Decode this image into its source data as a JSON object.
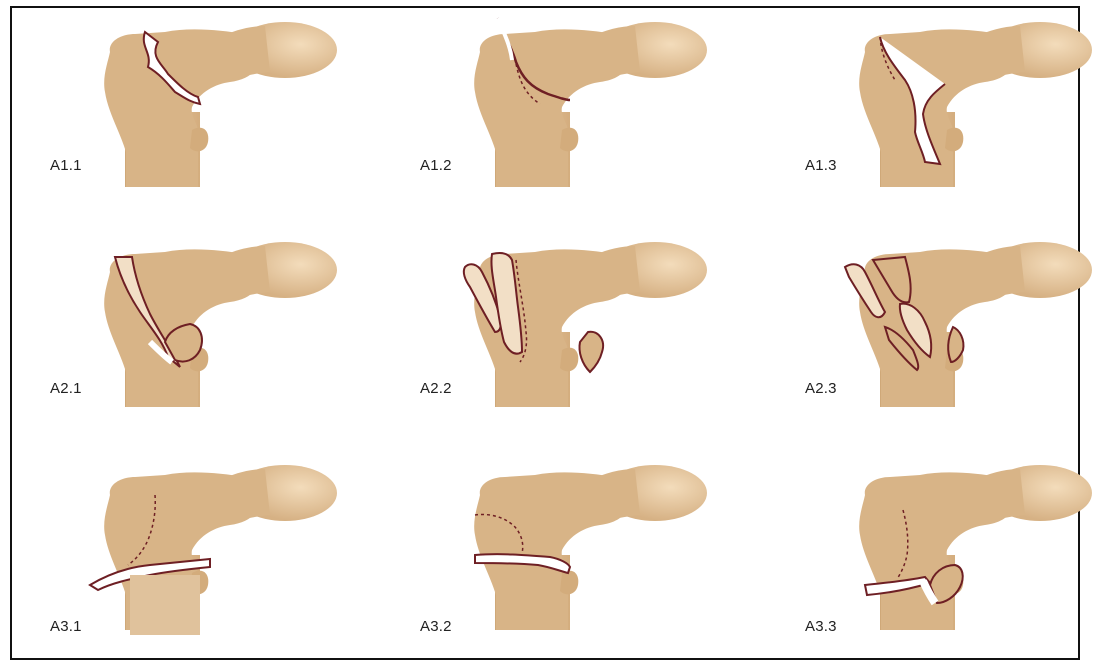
{
  "colors": {
    "bone": "#d8b487",
    "bone_light": "#f0dcc0",
    "fragment": "#f2dfc6",
    "fracture": "#6e1f24",
    "gap": "#ffffff"
  },
  "panels": [
    {
      "label": "A1.1"
    },
    {
      "label": "A1.2"
    },
    {
      "label": "A1.3"
    },
    {
      "label": "A2.1"
    },
    {
      "label": "A2.2"
    },
    {
      "label": "A2.3"
    },
    {
      "label": "A3.1"
    },
    {
      "label": "A3.2"
    },
    {
      "label": "A3.3"
    }
  ]
}
